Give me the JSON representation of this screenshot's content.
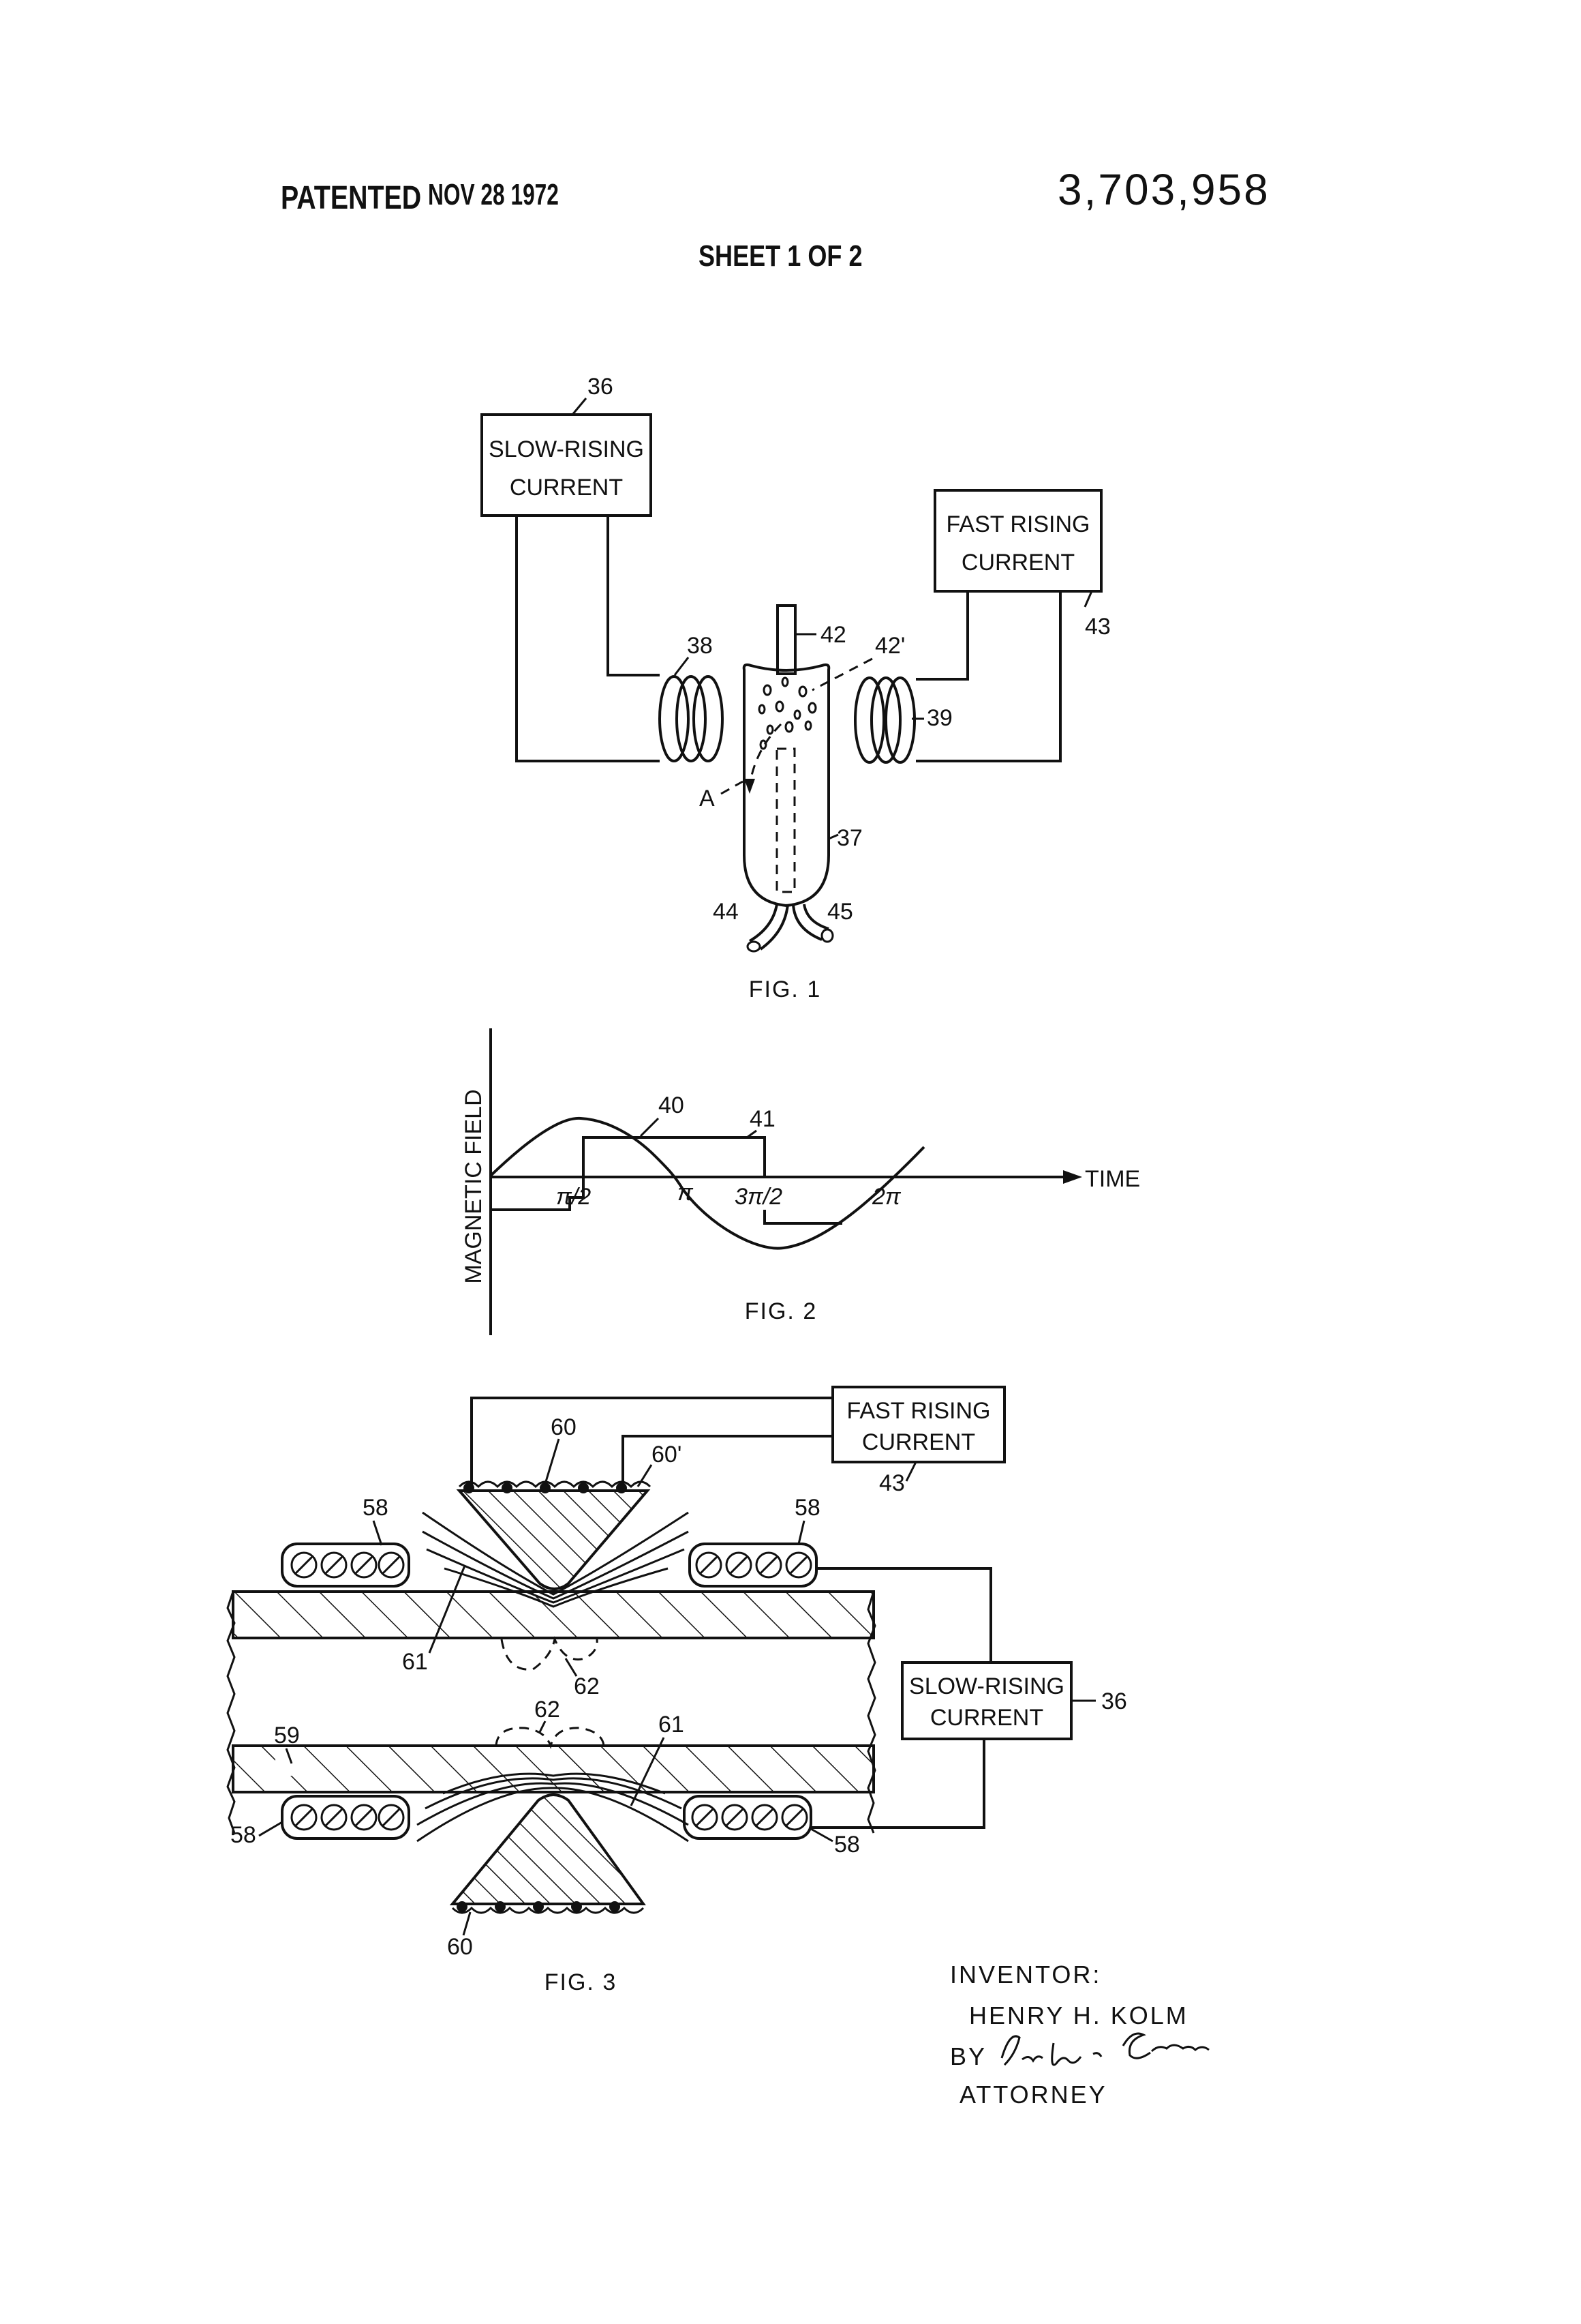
{
  "header": {
    "patented_label": "PATENTED",
    "patented_date": "NOV 28 1972",
    "patent_number": "3,703,958",
    "sheet": "SHEET 1 OF 2"
  },
  "fig1": {
    "caption": "FIG. 1",
    "slow_box": {
      "line1": "SLOW-RISING",
      "line2": "CURRENT",
      "ref": "36"
    },
    "fast_box": {
      "line1": "FAST RISING",
      "line2": "CURRENT",
      "ref": "43"
    },
    "refs": {
      "coil_left": "38",
      "coil_right": "39",
      "rod": "42",
      "particles": "42'",
      "vessel": "37",
      "tube_left": "44",
      "tube_right": "45",
      "arrow": "A"
    }
  },
  "fig2": {
    "caption": "FIG. 2",
    "ylabel": "MAGNETIC FIELD",
    "xlabel": "TIME",
    "ticks": [
      "π/2",
      "π",
      "3π/2",
      "2π"
    ],
    "refs": {
      "sine": "40",
      "pulse": "41"
    }
  },
  "fig3": {
    "caption": "FIG. 3",
    "fast_box": {
      "line1": "FAST RISING",
      "line2": "CURRENT",
      "ref": "43"
    },
    "slow_box": {
      "line1": "SLOW-RISING",
      "line2": "CURRENT",
      "ref": "36"
    },
    "refs": {
      "core": "60",
      "core_prime": "60'",
      "coil": "58",
      "pipe": "59",
      "field": "61",
      "region": "62"
    }
  },
  "inventor": {
    "label": "INVENTOR:",
    "name": "HENRY H. KOLM",
    "by": "BY",
    "attorney": "ATTORNEY"
  }
}
